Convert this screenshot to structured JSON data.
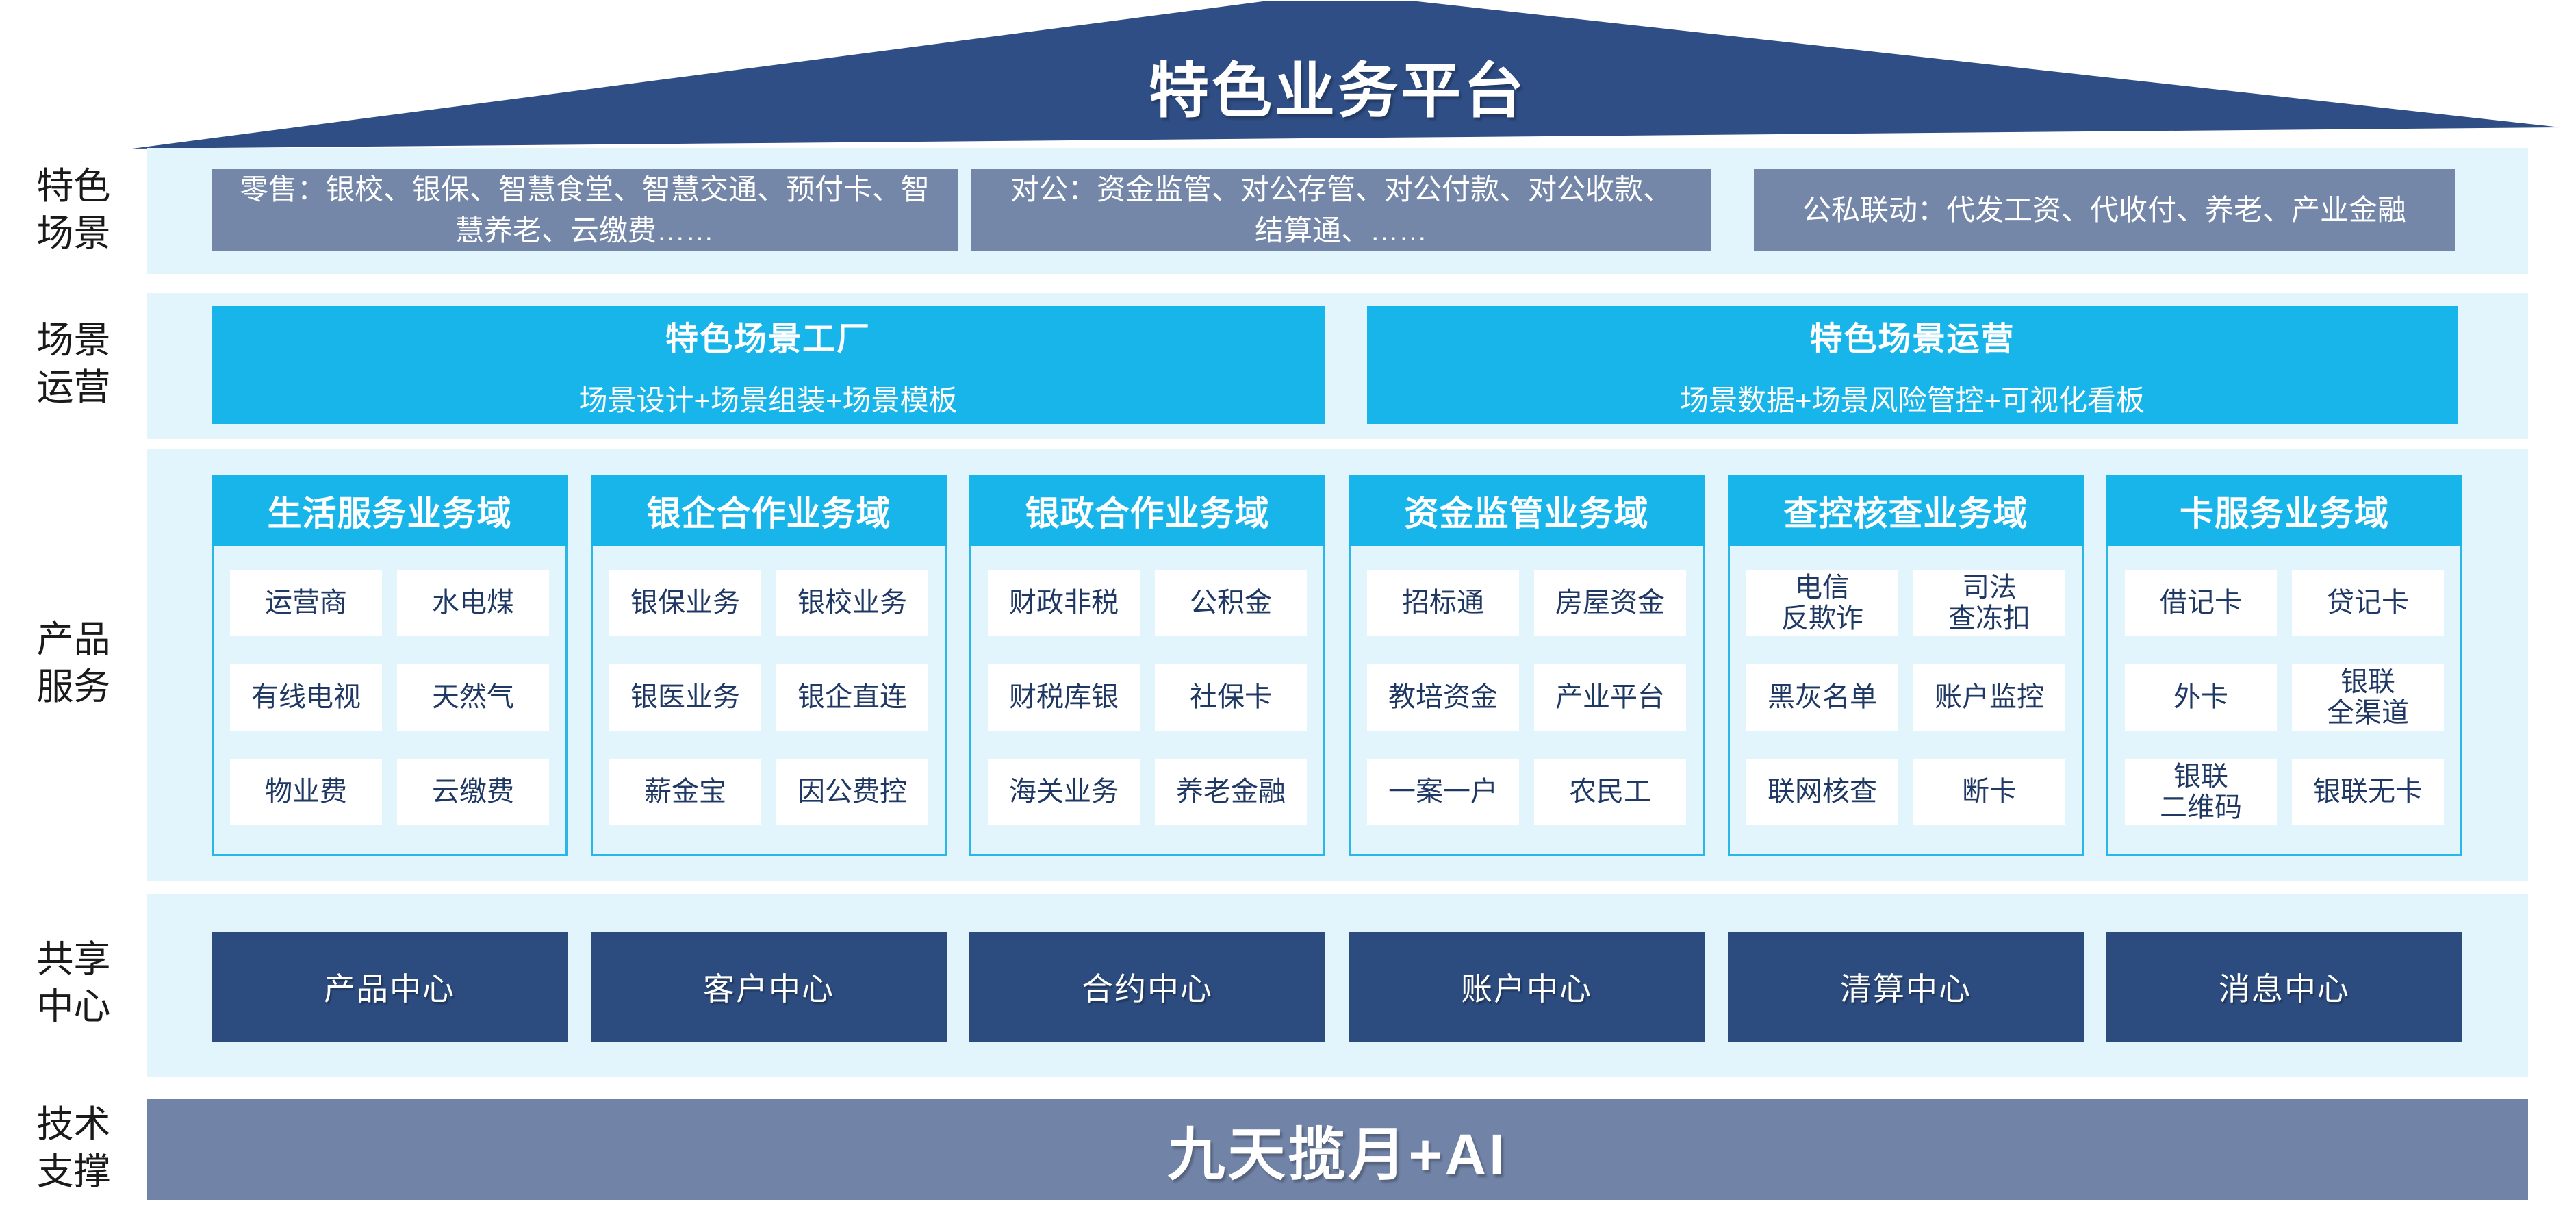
{
  "roof": {
    "title": "特色业务平台"
  },
  "side_labels": [
    {
      "line1": "特色",
      "line2": "场景"
    },
    {
      "line1": "场景",
      "line2": "运营"
    },
    {
      "line1": "产品",
      "line2": "服务"
    },
    {
      "line1": "共享",
      "line2": "中心"
    },
    {
      "line1": "技术",
      "line2": "支撑"
    }
  ],
  "scenario_band": {
    "boxes": [
      {
        "text": "零售：银校、银保、智慧食堂、智慧交通、预付卡、智慧养老、云缴费……"
      },
      {
        "text": "对公：资金监管、对公存管、对公付款、对公收款、结算通、……"
      },
      {
        "text": "公私联动：代发工资、代收付、养老、产业金融"
      }
    ]
  },
  "operations_band": {
    "boxes": [
      {
        "title": "特色场景工厂",
        "subtitle": "场景设计+场景组装+场景模板"
      },
      {
        "title": "特色场景运营",
        "subtitle": "场景数据+场景风险管控+可视化看板"
      }
    ]
  },
  "products_band": {
    "columns": [
      {
        "header": "生活服务业务域",
        "cells": [
          "运营商",
          "水电煤",
          "有线电视",
          "天然气",
          "物业费",
          "云缴费"
        ]
      },
      {
        "header": "银企合作业务域",
        "cells": [
          "银保业务",
          "银校业务",
          "银医业务",
          "银企直连",
          "薪金宝",
          "因公费控"
        ]
      },
      {
        "header": "银政合作业务域",
        "cells": [
          "财政非税",
          "公积金",
          "财税库银",
          "社保卡",
          "海关业务",
          "养老金融"
        ]
      },
      {
        "header": "资金监管业务域",
        "cells": [
          "招标通",
          "房屋资金",
          "教培资金",
          "产业平台",
          "一案一户",
          "农民工"
        ]
      },
      {
        "header": "查控核查业务域",
        "cells": [
          "电信\n反欺诈",
          "司法\n查冻扣",
          "黑灰名单",
          "账户监控",
          "联网核查",
          "断卡"
        ]
      },
      {
        "header": "卡服务业务域",
        "cells": [
          "借记卡",
          "贷记卡",
          "外卡",
          "银联\n全渠道",
          "银联\n二维码",
          "银联无卡"
        ]
      }
    ]
  },
  "shared_band": {
    "centers": [
      "产品中心",
      "客户中心",
      "合约中心",
      "账户中心",
      "清算中心",
      "消息中心"
    ]
  },
  "tech_bar": {
    "label": "九天揽月+AI"
  },
  "colors": {
    "roof_navy": "#2F4E85",
    "band_bg": "#E2F4FC",
    "gray_blue": "#7487A9",
    "cyan": "#18B5EA",
    "cyan_border": "#29B7EA",
    "cell_navy": "#1F3864",
    "center_navy": "#2C4B7E",
    "tech_bar": "#7183A7"
  }
}
